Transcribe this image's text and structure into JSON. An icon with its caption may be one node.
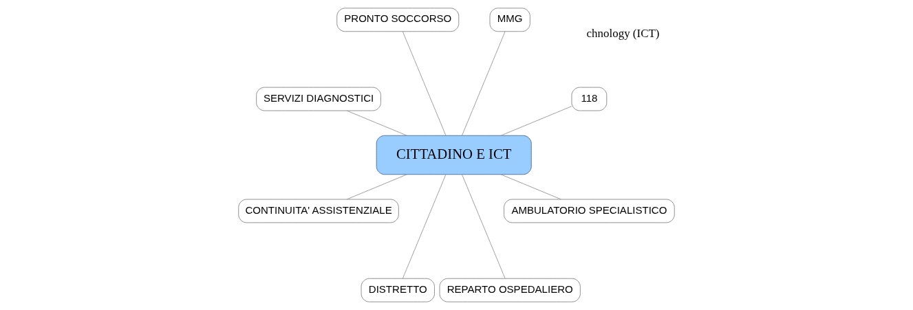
{
  "diagram": {
    "nodes": [
      {
        "text": [
          "CITTADINO E ICT"
        ]
      },
      {
        "text": [
          "118"
        ]
      },
      {
        "text": [
          "MMG"
        ]
      },
      {
        "text": [
          "PRONTO SOCCORSO"
        ]
      },
      {
        "text": [
          "SERVIZI DIAGNOSTICI"
        ]
      },
      {
        "text": [
          "CONTINUITA' ASSISTENZIALE"
        ]
      },
      {
        "text": [
          "DISTRETTO"
        ]
      },
      {
        "text": [
          "REPARTO OSPEDALIERO"
        ]
      },
      {
        "text": [
          "AMBULATORIO SPECIALISTICO"
        ]
      }
    ],
    "edges": [
      {
        "from": 0,
        "to": 1,
        "arrow": "none"
      },
      {
        "from": 0,
        "to": 2,
        "arrow": "none"
      },
      {
        "from": 0,
        "to": 3,
        "arrow": "none"
      },
      {
        "from": 0,
        "to": 4,
        "arrow": "none"
      },
      {
        "from": 0,
        "to": 5,
        "arrow": "none"
      },
      {
        "from": 0,
        "to": 6,
        "arrow": "none"
      },
      {
        "from": 0,
        "to": 7,
        "arrow": "none"
      },
      {
        "from": 0,
        "to": 8,
        "arrow": "none"
      }
    ],
    "labels": [
      "chnology (ICT)"
    ]
  }
}
